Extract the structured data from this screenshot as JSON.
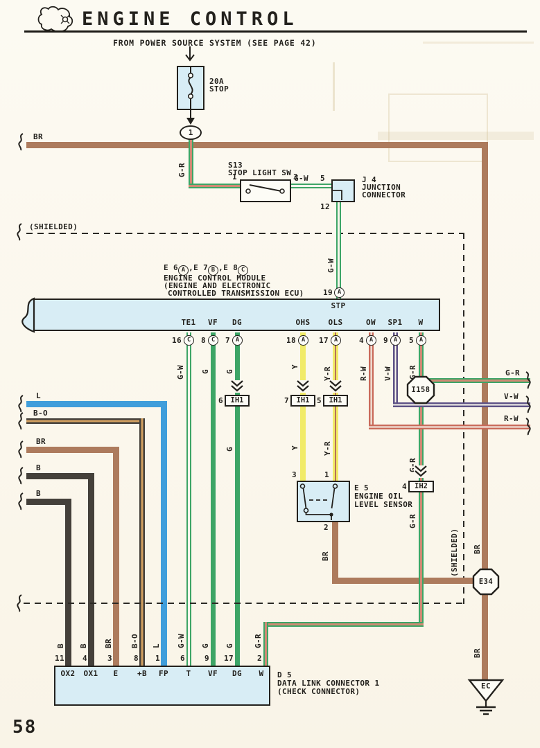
{
  "page_number": "58",
  "header": {
    "title": "ENGINE CONTROL",
    "subtitle": "FROM POWER SOURCE SYSTEM (SEE PAGE 42)"
  },
  "fuse": {
    "rating": "20A",
    "name": "STOP",
    "terminal": "1"
  },
  "wire": {
    "br": "BR",
    "gr": "G-R",
    "gw": "G-W",
    "g": "G",
    "y": "Y",
    "yr": "Y-R",
    "rw": "R-W",
    "vw": "V-W",
    "l": "L",
    "bo": "B-O",
    "b": "B"
  },
  "s13": {
    "id": "S13",
    "name": "STOP LIGHT SW",
    "t1": "1",
    "t3": "3"
  },
  "j4": {
    "id": "J 4",
    "name1": "JUNCTION",
    "name2": "CONNECTOR",
    "t5": "5",
    "t12": "12"
  },
  "shielded": "(SHIELDED)",
  "ecu": {
    "h1": "E 6",
    "hA": "A",
    "h2": ",E 7",
    "hB": "B",
    "h3": ",E 8",
    "hC": "C",
    "name1": "ENGINE CONTROL MODULE",
    "name2": "(ENGINE AND ELECTRONIC",
    "name3": "CONTROLLED TRANSMISSION ECU)",
    "stp": "STP",
    "pin19_num": "19",
    "pin19_letter": "A",
    "pins": [
      {
        "label": "TE1",
        "num": "16",
        "letter": "C"
      },
      {
        "label": "VF",
        "num": "8",
        "letter": "C"
      },
      {
        "label": "DG",
        "num": "7",
        "letter": "A"
      },
      {
        "label": "OHS",
        "num": "18",
        "letter": "A"
      },
      {
        "label": "OLS",
        "num": "17",
        "letter": "A"
      },
      {
        "label": "OW",
        "num": "4",
        "letter": "A"
      },
      {
        "label": "SP1",
        "num": "9",
        "letter": "A"
      },
      {
        "label": "W",
        "num": "5",
        "letter": "A"
      }
    ]
  },
  "i158": {
    "id": "I158"
  },
  "ih1": {
    "label": "IH1",
    "num_dg": "6",
    "num_ohs": "7",
    "num_ols": "5"
  },
  "ih2": {
    "label": "IH2",
    "num": "4"
  },
  "e5": {
    "id": "E 5",
    "name1": "ENGINE OIL",
    "name2": "LEVEL SENSOR",
    "t3": "3",
    "t1": "1",
    "t2": "2"
  },
  "e34": {
    "id": "E34"
  },
  "ec": {
    "id": "EC"
  },
  "d5": {
    "id": "D 5",
    "name1": "DATA LINK CONNECTOR 1",
    "name2": "(CHECK CONNECTOR)",
    "pins": [
      {
        "num": "11",
        "label": "OX2"
      },
      {
        "num": "4",
        "label": "OX1"
      },
      {
        "num": "3",
        "label": "E"
      },
      {
        "num": "8",
        "label": "+B"
      },
      {
        "num": "1",
        "label": "FP"
      },
      {
        "num": "6",
        "label": "T"
      },
      {
        "num": "9",
        "label": "VF"
      },
      {
        "num": "17",
        "label": "DG"
      },
      {
        "num": "2",
        "label": "W"
      }
    ]
  },
  "colors": {
    "component_fill": "#d8edf5",
    "green": "#3da566",
    "yellow": "#f1eb69",
    "brown": "#ad7b5d",
    "blue": "#3f9edb",
    "black_wire": "#44403a",
    "red": "#c96a5a",
    "violet": "#5d5186"
  }
}
